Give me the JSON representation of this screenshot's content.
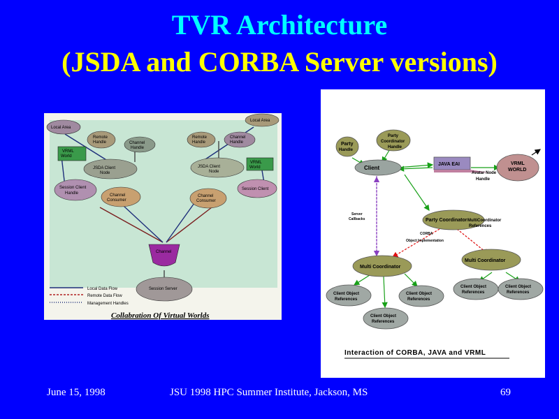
{
  "title_line1": "TVR Architecture",
  "title_line2": "(JSDA and CORBA Server versions)",
  "left_diagram": {
    "caption": "Collabration Of Virtual Worlds",
    "legend": [
      "Local Data Flow",
      "Remote Data Flow",
      "Management Handles"
    ]
  },
  "right_diagram": {
    "caption": "Interaction of CORBA, JAVA and VRML",
    "nodes": {
      "party": "Party",
      "handle": "Handle",
      "party_coord_handle_1": "Party",
      "party_coord_handle_2": "Coordinator",
      "party_coord_handle_3": "Handle",
      "client": "Client",
      "java_eai": "JAVA  EAI",
      "vrml_1": "VRML",
      "vrml_2": "WORLD",
      "avatar_1": "Avatar Node",
      "avatar_2": "Handle",
      "server_1": "Server",
      "server_2": "Callbacks",
      "party_coordinator": "Party Coordinator",
      "multicoord_ref_1": "MultiCoordinator",
      "multicoord_ref_2": "References",
      "corba_impl_1": "CORBA",
      "corba_impl_2": "Object Implementation",
      "multi_coordinator_left": "Multi Coordinator",
      "multi_coordinator_right": "Multi Coordinator",
      "client_obj_line1": "Client Object",
      "client_obj_line2": "References"
    }
  },
  "footer": {
    "date": "June 15,  1998",
    "event": "JSU 1998 HPC Summer Institute, Jackson, MS",
    "page": "69"
  }
}
